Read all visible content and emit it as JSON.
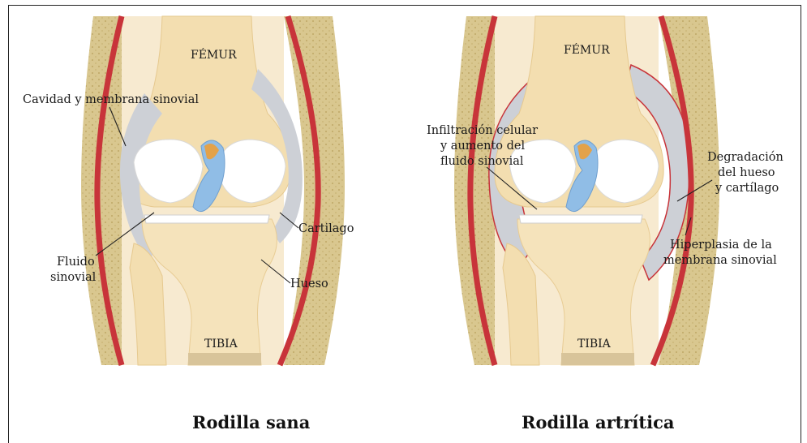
{
  "left": {
    "femur": "FÉMUR",
    "tibia": "TIBIA",
    "labels": {
      "cavidad": "Cavidad y membrana sinovial",
      "fluido_1": "Fluido",
      "fluido_2": "sinovial",
      "cartilago": "Cartilago",
      "hueso": "Hueso"
    },
    "caption": "Rodilla sana"
  },
  "right": {
    "femur": "FÉMUR",
    "tibia": "TIBIA",
    "labels": {
      "infiltracion_1": "Infiltración celular",
      "infiltracion_2": "y aumento del",
      "infiltracion_3": "fluido sinovial",
      "degradacion_1": "Degradación",
      "degradacion_2": "del hueso",
      "degradacion_3": "y cartílago",
      "hiperplasia_1": "Hiperplasia de la",
      "hiperplasia_2": "membrana sinovial"
    },
    "caption": "Rodilla artrítica"
  },
  "colors": {
    "bone": "#f6e2b8",
    "muscle": "#d8c48a",
    "vessel": "#c8343a",
    "cartilage": "#ffffff",
    "membrane": "#c9ccd3",
    "ligament": "#8fb9e2"
  }
}
